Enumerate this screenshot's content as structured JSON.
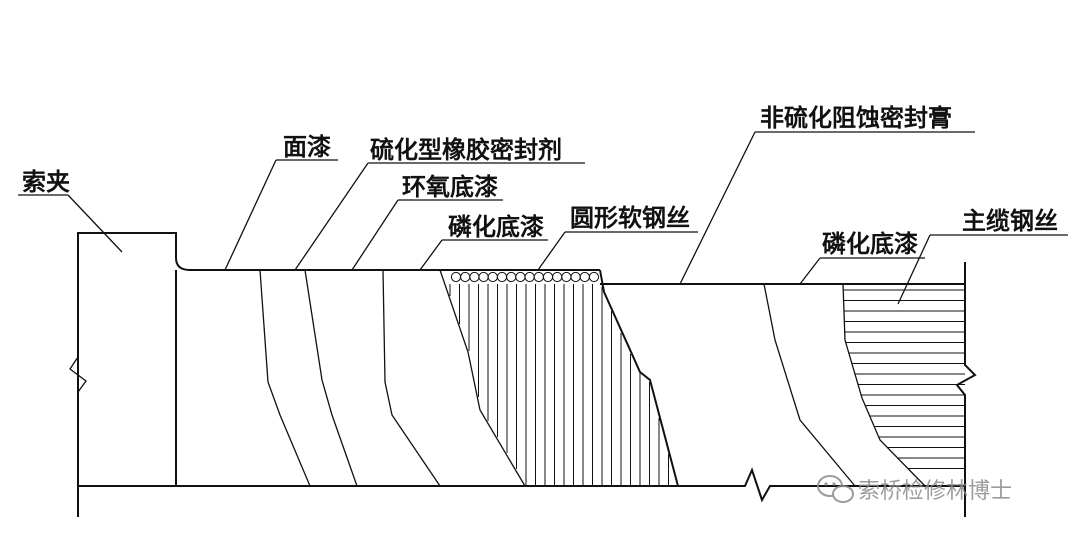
{
  "labels": {
    "suojia": "索夹",
    "mianqi": "面漆",
    "liuhua_xiangjiao": "硫化型橡胶密封剂",
    "huanyang_diqi": "环氧底漆",
    "linhua_diqi_left": "磷化底漆",
    "yuanxing_ruangangsi": "圆形软钢丝",
    "fei_liuhua": "非硫化阻蚀密封膏",
    "linhua_diqi_right": "磷化底漆",
    "zhulan_gangsi": "主缆钢丝"
  },
  "watermark": {
    "text": "索桥检修林博士",
    "icon": "wechat-icon"
  },
  "colors": {
    "line": "#111111",
    "watermark": "#8a8a8a"
  }
}
